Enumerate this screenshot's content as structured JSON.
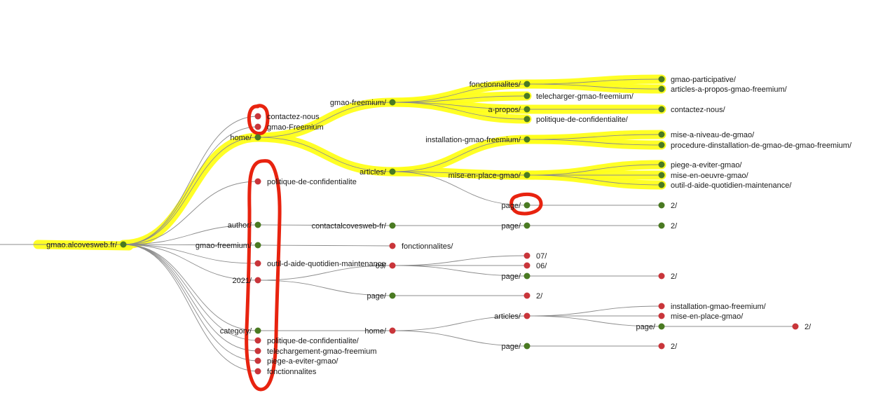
{
  "colors": {
    "open_node": "#4a7a22",
    "leaf_node": "#c9353a",
    "link": "#8c8c8c",
    "highlight": "#ffff1a",
    "annotation": "#e8230f"
  },
  "nodes": [
    {
      "id": "root",
      "label": "gmao.alcovesweb.fr/",
      "state": "open"
    },
    {
      "id": "contactez",
      "label": "contactez-nous",
      "state": "leaf"
    },
    {
      "id": "gmaofree1",
      "label": "gmao-Freemium",
      "state": "leaf"
    },
    {
      "id": "home",
      "label": "home/",
      "state": "open"
    },
    {
      "id": "pdc1",
      "label": "politique-de-confidentialite",
      "state": "leaf"
    },
    {
      "id": "author",
      "label": "author/",
      "state": "open"
    },
    {
      "id": "gmaofreemium2",
      "label": "gmao-freemium/",
      "state": "open"
    },
    {
      "id": "outil1",
      "label": "outil-d-aide-quotidien-maintenance",
      "state": "leaf"
    },
    {
      "id": "y2021",
      "label": "2021/",
      "state": "leaf"
    },
    {
      "id": "category",
      "label": "category/",
      "state": "open"
    },
    {
      "id": "pdc2",
      "label": "politique-de-confidentialite/",
      "state": "leaf"
    },
    {
      "id": "telech",
      "label": "telechargement-gmao-freemium",
      "state": "leaf"
    },
    {
      "id": "piege1",
      "label": "piege-a-eviter-gmao/",
      "state": "leaf"
    },
    {
      "id": "fonct1",
      "label": "fonctionnalites",
      "state": "leaf"
    },
    {
      "id": "hgf",
      "label": "gmao-freemium/",
      "state": "open"
    },
    {
      "id": "harticles",
      "label": "articles/",
      "state": "open"
    },
    {
      "id": "contactal",
      "label": "contactalcovesweb-fr/",
      "state": "open"
    },
    {
      "id": "fonct2",
      "label": "fonctionnalites/",
      "state": "leaf"
    },
    {
      "id": "m09",
      "label": "09/",
      "state": "leaf"
    },
    {
      "id": "ypage",
      "label": "page/",
      "state": "open"
    },
    {
      "id": "chome",
      "label": "home/",
      "state": "leaf"
    },
    {
      "id": "hgf_fonct",
      "label": "fonctionnalites/",
      "state": "open"
    },
    {
      "id": "hgf_tele",
      "label": "telecharger-gmao-freemium/",
      "state": "open"
    },
    {
      "id": "hgf_apropos",
      "label": "a-propos/",
      "state": "open"
    },
    {
      "id": "hgf_pdc",
      "label": "politique-de-confidentialite/",
      "state": "open"
    },
    {
      "id": "ha_install",
      "label": "installation-gmao-freemium/",
      "state": "open"
    },
    {
      "id": "ha_mise",
      "label": "mise-en-place-gmao/",
      "state": "open"
    },
    {
      "id": "ha_page",
      "label": "page/",
      "state": "open"
    },
    {
      "id": "ca_page",
      "label": "page/",
      "state": "open"
    },
    {
      "id": "d07",
      "label": "07/",
      "state": "leaf"
    },
    {
      "id": "d06",
      "label": "06/",
      "state": "leaf"
    },
    {
      "id": "m09_page",
      "label": "page/",
      "state": "open"
    },
    {
      "id": "ch_articles",
      "label": "articles/",
      "state": "leaf"
    },
    {
      "id": "ch_page",
      "label": "page/",
      "state": "open"
    },
    {
      "id": "f_part",
      "label": "gmao-participative/",
      "state": "open"
    },
    {
      "id": "f_art",
      "label": "articles-a-propos-gmao-freemium/",
      "state": "open"
    },
    {
      "id": "ap_contact",
      "label": "contactez-nous/",
      "state": "open"
    },
    {
      "id": "i_niveau",
      "label": "mise-a-niveau-de-gmao/",
      "state": "open"
    },
    {
      "id": "i_proc",
      "label": "procedure-dinstallation-de-gmao-de-gmao-freemium/",
      "state": "open"
    },
    {
      "id": "m_piege",
      "label": "piege-a-eviter-gmao/",
      "state": "open"
    },
    {
      "id": "m_oeuvre",
      "label": "mise-en-oeuvre-gmao/",
      "state": "open"
    },
    {
      "id": "m_outil",
      "label": "outil-d-aide-quotidien-maintenance/",
      "state": "open"
    },
    {
      "id": "hap_2",
      "label": "2/",
      "state": "open"
    },
    {
      "id": "cap_2",
      "label": "2/",
      "state": "open"
    },
    {
      "id": "m09p_2",
      "label": "2/",
      "state": "leaf"
    },
    {
      "id": "yp_2",
      "label": "2/",
      "state": "leaf"
    },
    {
      "id": "cha_install",
      "label": "installation-gmao-freemium/",
      "state": "leaf"
    },
    {
      "id": "cha_mise",
      "label": "mise-en-place-gmao/",
      "state": "leaf"
    },
    {
      "id": "cha_page",
      "label": "page/",
      "state": "open"
    },
    {
      "id": "chp_2",
      "label": "2/",
      "state": "leaf"
    },
    {
      "id": "chap_2",
      "label": "2/",
      "state": "leaf"
    }
  ]
}
